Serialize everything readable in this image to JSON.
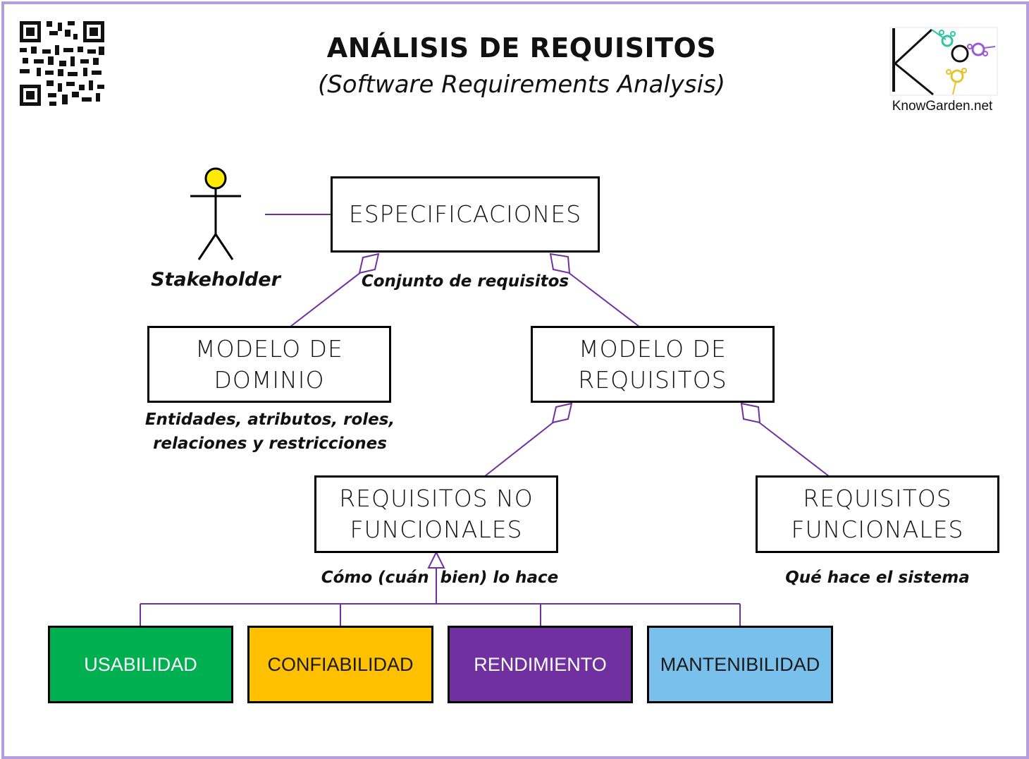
{
  "header": {
    "title": "ANÁLISIS DE REQUISITOS",
    "subtitle": "(Software Requirements Analysis)",
    "logo_text": "KnowGarden.net"
  },
  "actor": {
    "label": "Stakeholder"
  },
  "nodes": {
    "especificaciones": "ESPECIFICACIONES",
    "modelo_dominio": [
      "MODELO DE",
      "DOMINIO"
    ],
    "modelo_requisitos": [
      "MODELO DE",
      "REQUISITOS"
    ],
    "req_no_funcionales": [
      "REQUISITOS NO",
      "FUNCIONALES"
    ],
    "req_funcionales": [
      "REQUISITOS",
      "FUNCIONALES"
    ]
  },
  "notes": {
    "conjunto": "Conjunto de requisitos",
    "dominio": [
      "Entidades, atributos, roles,",
      "relaciones y restricciones"
    ],
    "no_funcionales": "Cómo (cuán  bien) lo hace",
    "funcionales": "Qué hace el sistema"
  },
  "categories": [
    {
      "label": "USABILIDAD",
      "bg": "#00b050",
      "fg": "#ffffff"
    },
    {
      "label": "CONFIABILIDAD",
      "bg": "#ffc000",
      "fg": "#1a1a1a"
    },
    {
      "label": "RENDIMIENTO",
      "bg": "#7030a0",
      "fg": "#ffffff"
    },
    {
      "label": "MANTENIBILIDAD",
      "bg": "#7ac0ec",
      "fg": "#1a1a1a"
    }
  ],
  "colors": {
    "connector": "#7030a0",
    "frame": "#b39ddb",
    "actor_head": "#ffeb00"
  },
  "icons": [
    "qr-code-icon",
    "knowgarden-logo-icon",
    "stakeholder-actor-icon"
  ]
}
